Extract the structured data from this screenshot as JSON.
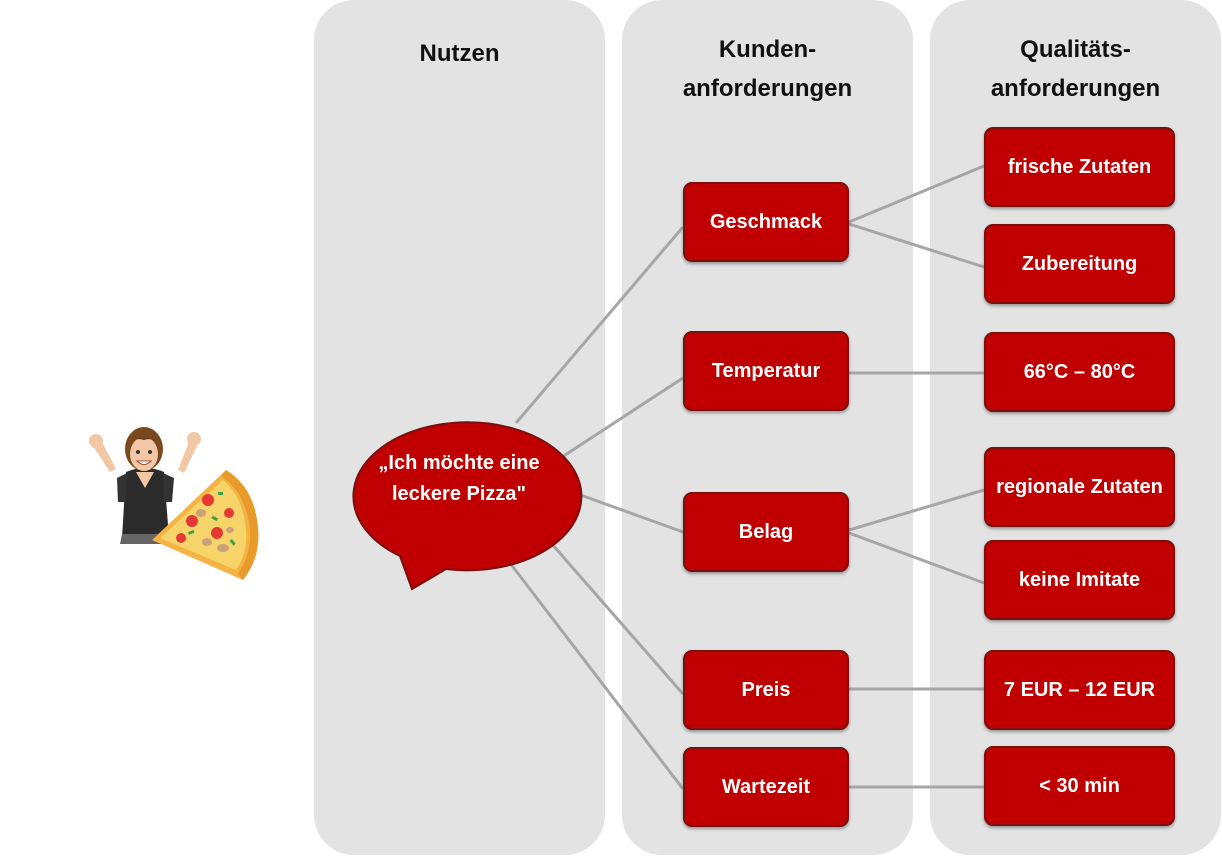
{
  "columns": {
    "nutzen": "Nutzen",
    "kunden": "Kunden-\nanforderungen",
    "qualitaet": "Qualitäts-\nanforderungen"
  },
  "speech": "„Ich möchte eine leckere Pizza\"",
  "customer_requirements": [
    {
      "label": "Geschmack"
    },
    {
      "label": "Temperatur"
    },
    {
      "label": "Belag"
    },
    {
      "label": "Preis"
    },
    {
      "label": "Wartezeit"
    }
  ],
  "quality_requirements": [
    {
      "label": "frische Zutaten",
      "parent": 0
    },
    {
      "label": "Zubereitung",
      "parent": 0
    },
    {
      "label": "66°C – 80°C",
      "parent": 1
    },
    {
      "label": "regionale Zutaten",
      "parent": 2
    },
    {
      "label": "keine Imitate",
      "parent": 2
    },
    {
      "label": "7 EUR – 12 EUR",
      "parent": 3
    },
    {
      "label": "< 30 min",
      "parent": 4
    }
  ],
  "colors": {
    "box": "#c00000",
    "box_border": "#7a0f0f",
    "column": "#e3e3e3",
    "connector": "#a6a6a6"
  }
}
